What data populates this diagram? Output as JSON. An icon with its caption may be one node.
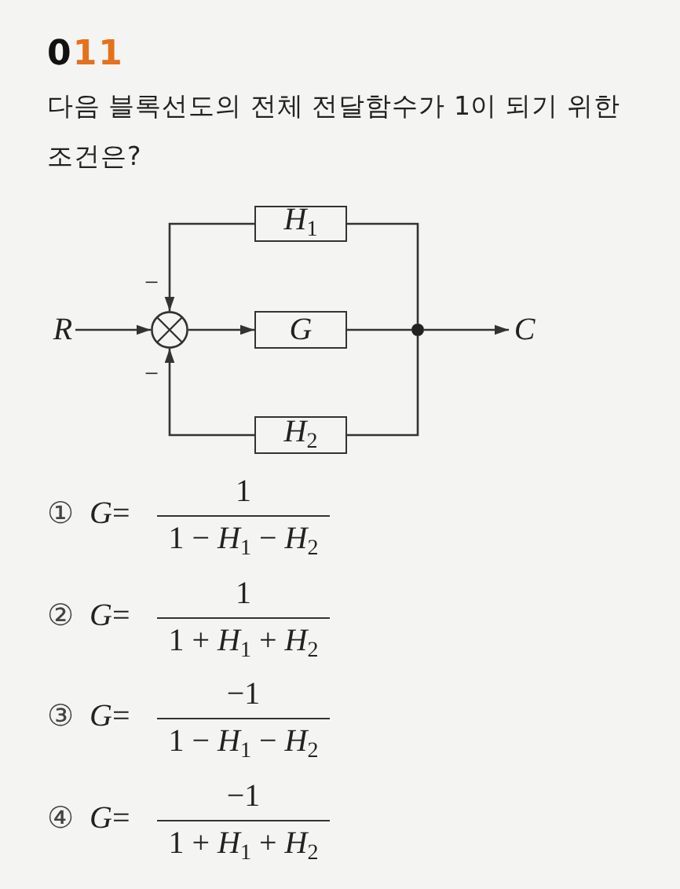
{
  "diagram": {
    "title": "011",
    "nodes": [
      {
        "text": [
          "R"
        ]
      },
      {
        "text": [],
        "shape": "circle"
      },
      {
        "text": [
          "G"
        ]
      },
      {
        "text": [
          "*H*$_{1}$"
        ]
      },
      {
        "text": [
          "*H*$_{2}$"
        ]
      },
      {
        "text": [],
        "shape": "dot"
      },
      {
        "text": [
          "C"
        ]
      }
    ],
    "edges": [
      {
        "from": 0,
        "to": 1,
        "arrow": "to"
      },
      {
        "from": 1,
        "to": 2,
        "arrow": "to"
      },
      {
        "from": 2,
        "to": 5,
        "arrow": "none"
      },
      {
        "from": 5,
        "to": 6,
        "arrow": "to"
      },
      {
        "from": 5,
        "to": 3,
        "arrow": "none"
      },
      {
        "from": 3,
        "to": 1,
        "arrow": "to",
        "label": "−"
      },
      {
        "from": 5,
        "to": 4,
        "arrow": "none"
      },
      {
        "from": 4,
        "to": 1,
        "arrow": "to",
        "label": "−"
      }
    ],
    "labels": [
      "다음 블록선도의 전체 전달함수가 1이 되기 위한 조건은?",
      "①",
      "*G*=",
      "1",
      "1 − *H*$_{1}$ − *H*$_{2}$",
      "②",
      "*G*=",
      "1",
      "1 + *H*$_{1}$ + *H*$_{2}$",
      "③",
      "*G*=",
      "−1",
      "1 − *H*$_{1}$ − *H*$_{2}$",
      "④",
      "*G*=",
      "−1",
      "1 + *H*$_{1}$ + *H*$_{2}$"
    ]
  }
}
